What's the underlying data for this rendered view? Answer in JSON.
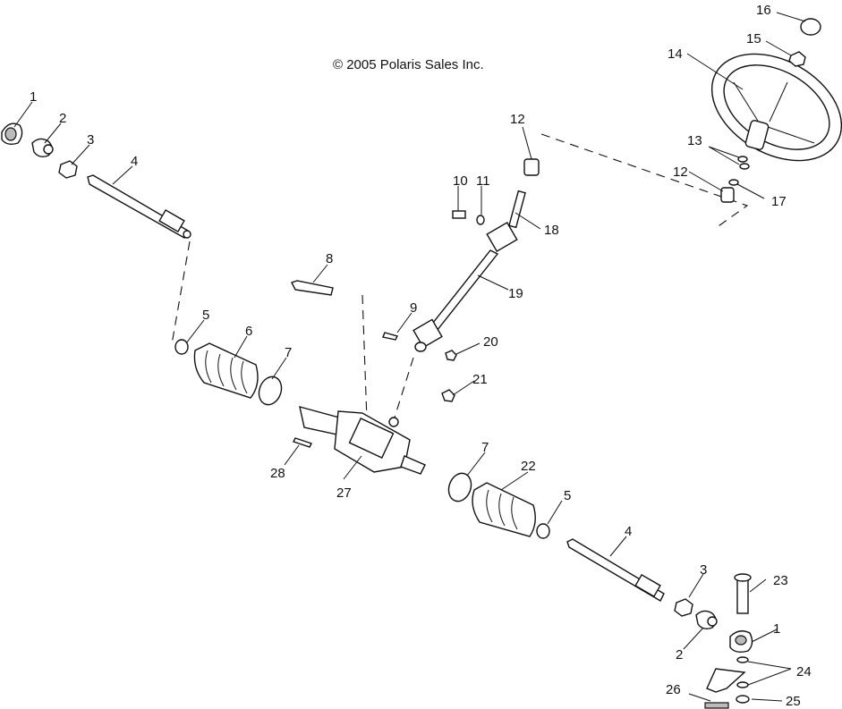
{
  "copyright": "© 2005 Polaris Sales Inc.",
  "callouts": [
    "1",
    "2",
    "3",
    "4",
    "5",
    "6",
    "7",
    "8",
    "9",
    "10",
    "11",
    "12",
    "13",
    "14",
    "15",
    "16",
    "17",
    "18",
    "19",
    "20",
    "21",
    "22",
    "23",
    "24",
    "25",
    "26",
    "27",
    "28"
  ]
}
